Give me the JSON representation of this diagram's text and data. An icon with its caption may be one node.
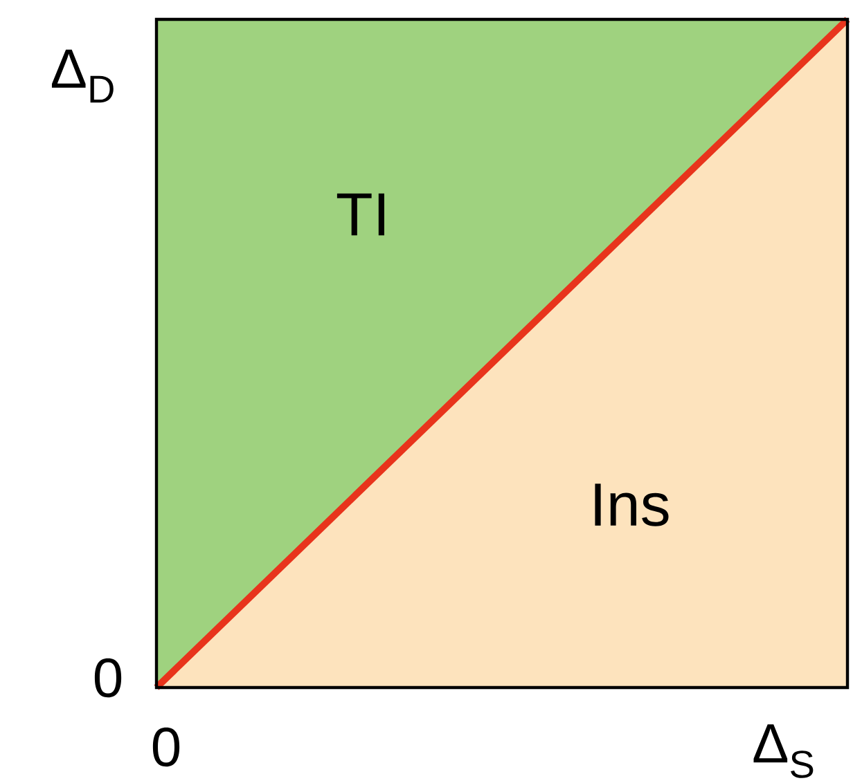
{
  "diagram": {
    "nodes": [
      {
        "text": [
          "TI"
        ]
      },
      {
        "text": [
          "Ins"
        ]
      }
    ],
    "labels": [
      "Δ$_{D}$",
      "0",
      "0",
      "Δ$_{S}$"
    ]
  }
}
